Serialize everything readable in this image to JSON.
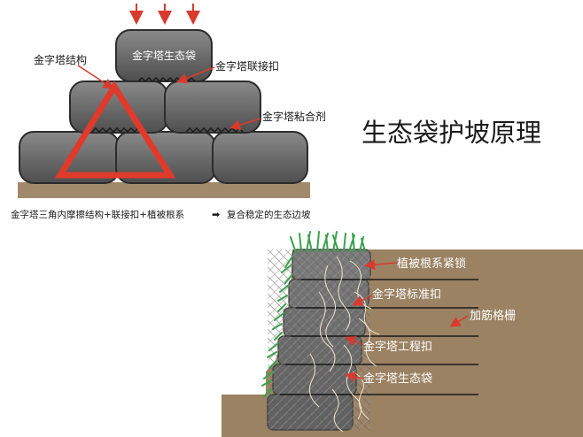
{
  "heading": "生态袋护坡原理",
  "top_diagram": {
    "labels": {
      "bag": "金字塔生态袋",
      "pyramid_structure": "金字塔结构",
      "connector": "金字塔联接扣",
      "glue": "金字塔粘合剂"
    },
    "caption_left": "金字塔三角内摩擦结构+联接扣+植被根系",
    "caption_arrow": "➡",
    "caption_right": "复合稳定的生态边坡"
  },
  "bottom_diagram": {
    "labels": {
      "roots": "植被根系紧锁",
      "standard_buckle": "金字塔标准扣",
      "geogrid": "加筋格栅",
      "engineering_buckle": "金字塔工程扣",
      "bag": "金字塔生态袋"
    }
  },
  "colors": {
    "bag_fill": "#6f6f6f",
    "bag_stroke": "#2c2c2c",
    "soil": "#9b8263",
    "ground_strip": "#a08a6b",
    "triangle": "#e03a2b",
    "load_arrow": "#d93a2e",
    "grass": "#3aa34a",
    "roots": "#e9ddc5",
    "label_text": "#ffffff",
    "dark_text": "#1a1a1a"
  }
}
